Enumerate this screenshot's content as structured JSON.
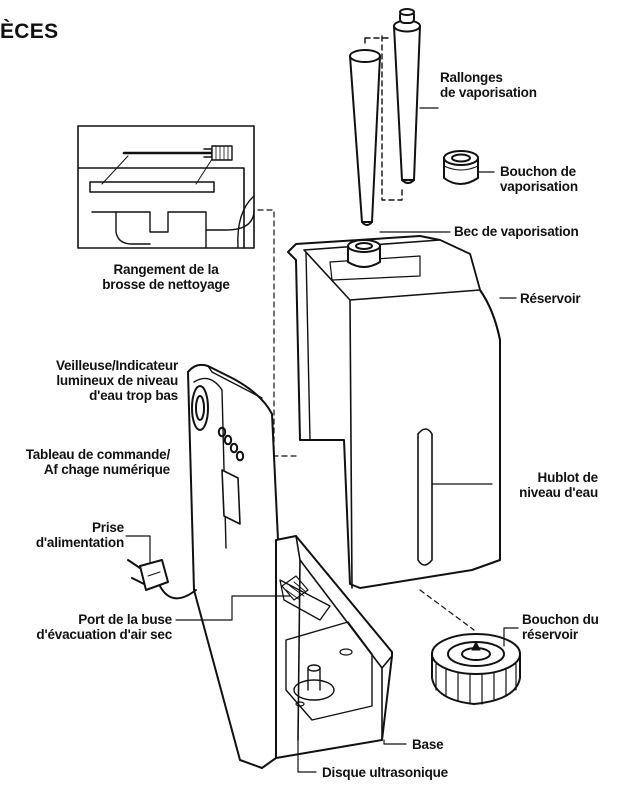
{
  "title": "ÈCES",
  "labels": {
    "rallonges": [
      "Rallonges",
      "de vaporisation"
    ],
    "bouchon_vapo": [
      "Bouchon de",
      "vaporisation"
    ],
    "bec": [
      "Bec de vaporisation"
    ],
    "rangement": [
      "Rangement de la",
      "brosse de nettoyage"
    ],
    "reservoir": [
      "Réservoir"
    ],
    "veilleuse": [
      "Veilleuse/Indicateur",
      "lumineux de niveau",
      "d'eau trop bas"
    ],
    "tableau": [
      "Tableau de commande/",
      "Af chage numérique"
    ],
    "hublot": [
      "Hublot de",
      "niveau d'eau"
    ],
    "prise": [
      "Prise",
      "d'alimentation"
    ],
    "port": [
      "Port de la buse",
      "d'évacuation d'air sec"
    ],
    "bouchon_res": [
      "Bouchon du",
      "réservoir"
    ],
    "base": [
      "Base"
    ],
    "disque": [
      "Disque ultrasonique"
    ]
  }
}
